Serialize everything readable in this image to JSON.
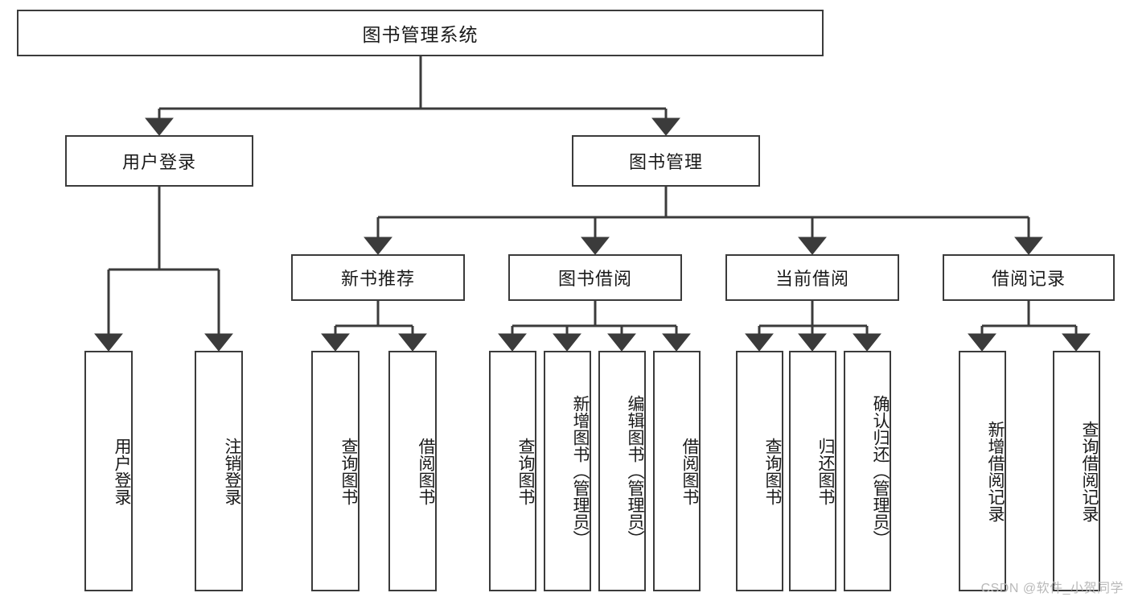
{
  "diagram": {
    "title": "图书管理系统",
    "type": "tree",
    "watermark": "CSDN @软件_小贺同学",
    "colors": {
      "box_border": "#3b3b3b",
      "box_fill": "#ffffff",
      "edge": "#3b3b3b",
      "text": "#1a1a1a",
      "watermark": "#b9b9b9"
    },
    "root": {
      "label": "图书管理系统"
    },
    "level1": [
      {
        "label": "用户登录"
      },
      {
        "label": "图书管理"
      }
    ],
    "level2": [
      {
        "label": "新书推荐"
      },
      {
        "label": "图书借阅"
      },
      {
        "label": "当前借阅"
      },
      {
        "label": "借阅记录"
      }
    ],
    "leaves": {
      "user_login": [
        {
          "label": "用户登录"
        },
        {
          "label": "注销登录"
        }
      ],
      "new_book": [
        {
          "label": "查询图书"
        },
        {
          "label": "借阅图书"
        }
      ],
      "book_borrow": [
        {
          "label": "查询图书"
        },
        {
          "label": "新增图书（管理员）"
        },
        {
          "label": "编辑图书（管理员）"
        },
        {
          "label": "借阅图书"
        }
      ],
      "current_borrow": [
        {
          "label": "查询图书"
        },
        {
          "label": "归还图书"
        },
        {
          "label": "确认归还（管理员）"
        }
      ],
      "borrow_record": [
        {
          "label": "新增借阅记录"
        },
        {
          "label": "查询借阅记录"
        }
      ]
    }
  }
}
